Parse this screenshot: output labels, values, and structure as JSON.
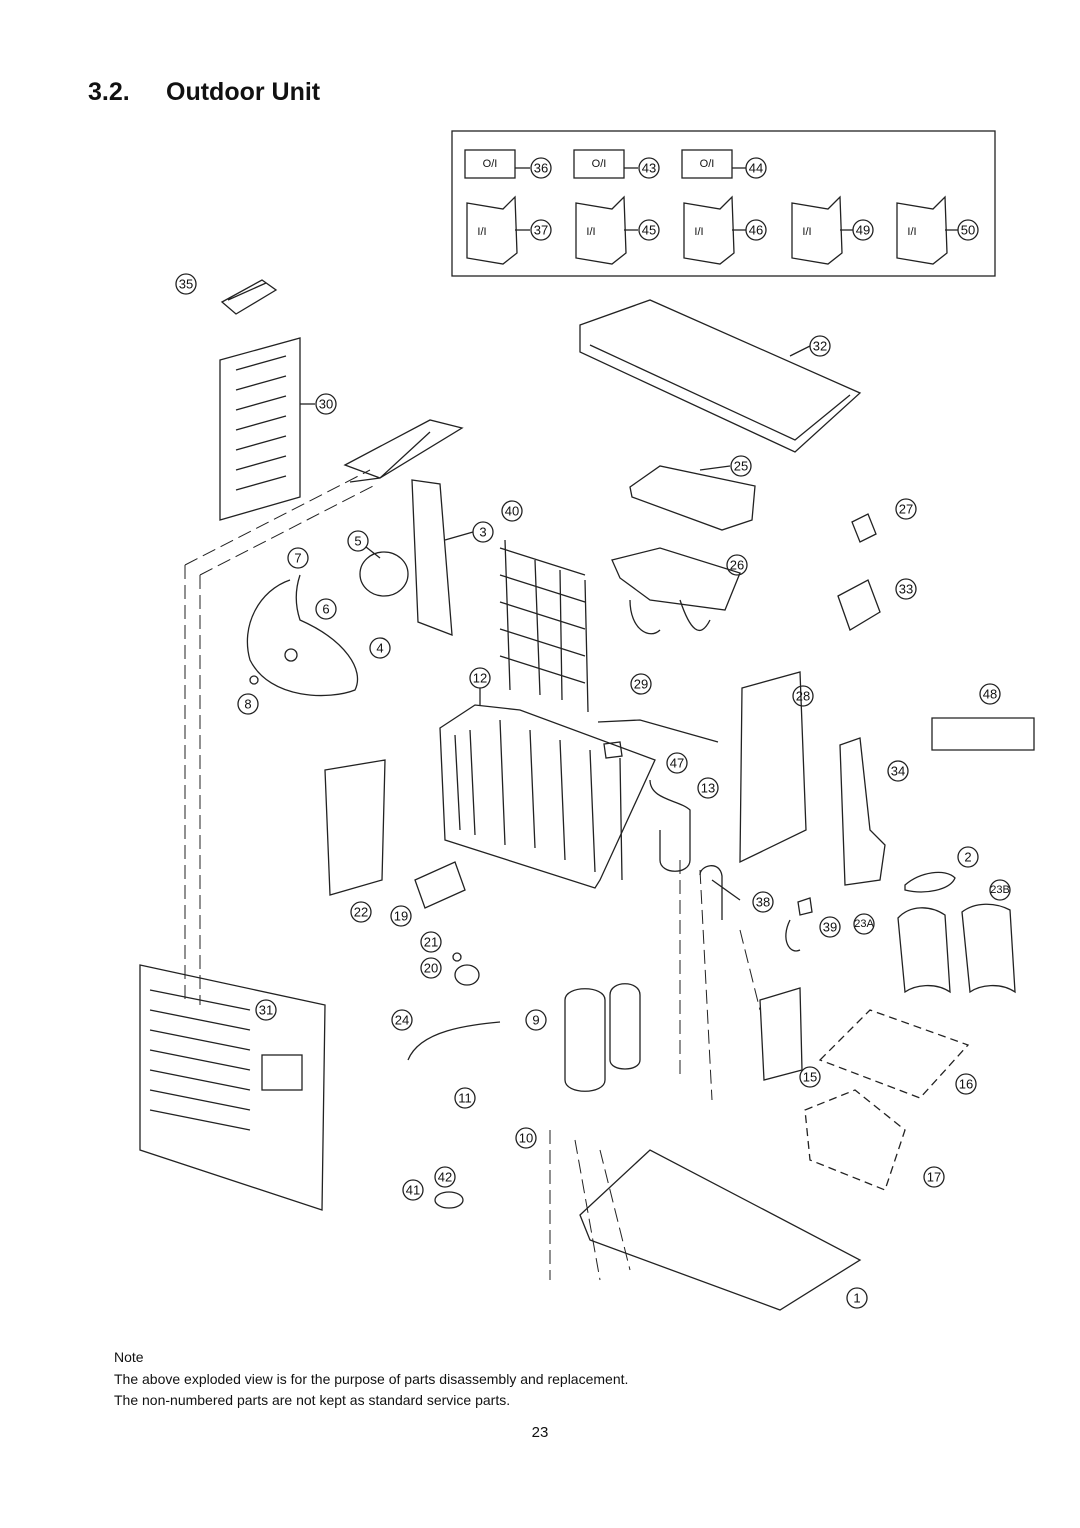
{
  "heading": {
    "number": "3.2.",
    "title": "Outdoor Unit"
  },
  "manuals": {
    "row1": [
      {
        "tag": "O/I",
        "num": "36"
      },
      {
        "tag": "O/I",
        "num": "43"
      },
      {
        "tag": "O/I",
        "num": "44"
      }
    ],
    "row2": [
      {
        "tag": "I/I",
        "num": "37"
      },
      {
        "tag": "I/I",
        "num": "45"
      },
      {
        "tag": "I/I",
        "num": "46"
      },
      {
        "tag": "I/I",
        "num": "49"
      },
      {
        "tag": "I/I",
        "num": "50"
      }
    ]
  },
  "callouts": [
    "35",
    "32",
    "30",
    "25",
    "27",
    "40",
    "3",
    "5",
    "26",
    "7",
    "33",
    "6",
    "4",
    "12",
    "29",
    "8",
    "28",
    "48",
    "47",
    "13",
    "34",
    "2",
    "22",
    "19",
    "38",
    "39",
    "23A",
    "23B",
    "21",
    "20",
    "31",
    "24",
    "9",
    "15",
    "16",
    "11",
    "10",
    "42",
    "41",
    "17",
    "1"
  ],
  "note": {
    "heading": "Note",
    "lines": [
      "The above exploded view is for the purpose of parts disassembly and replacement.",
      "The non-numbered parts are not kept as standard service parts."
    ]
  },
  "page_number": "23"
}
